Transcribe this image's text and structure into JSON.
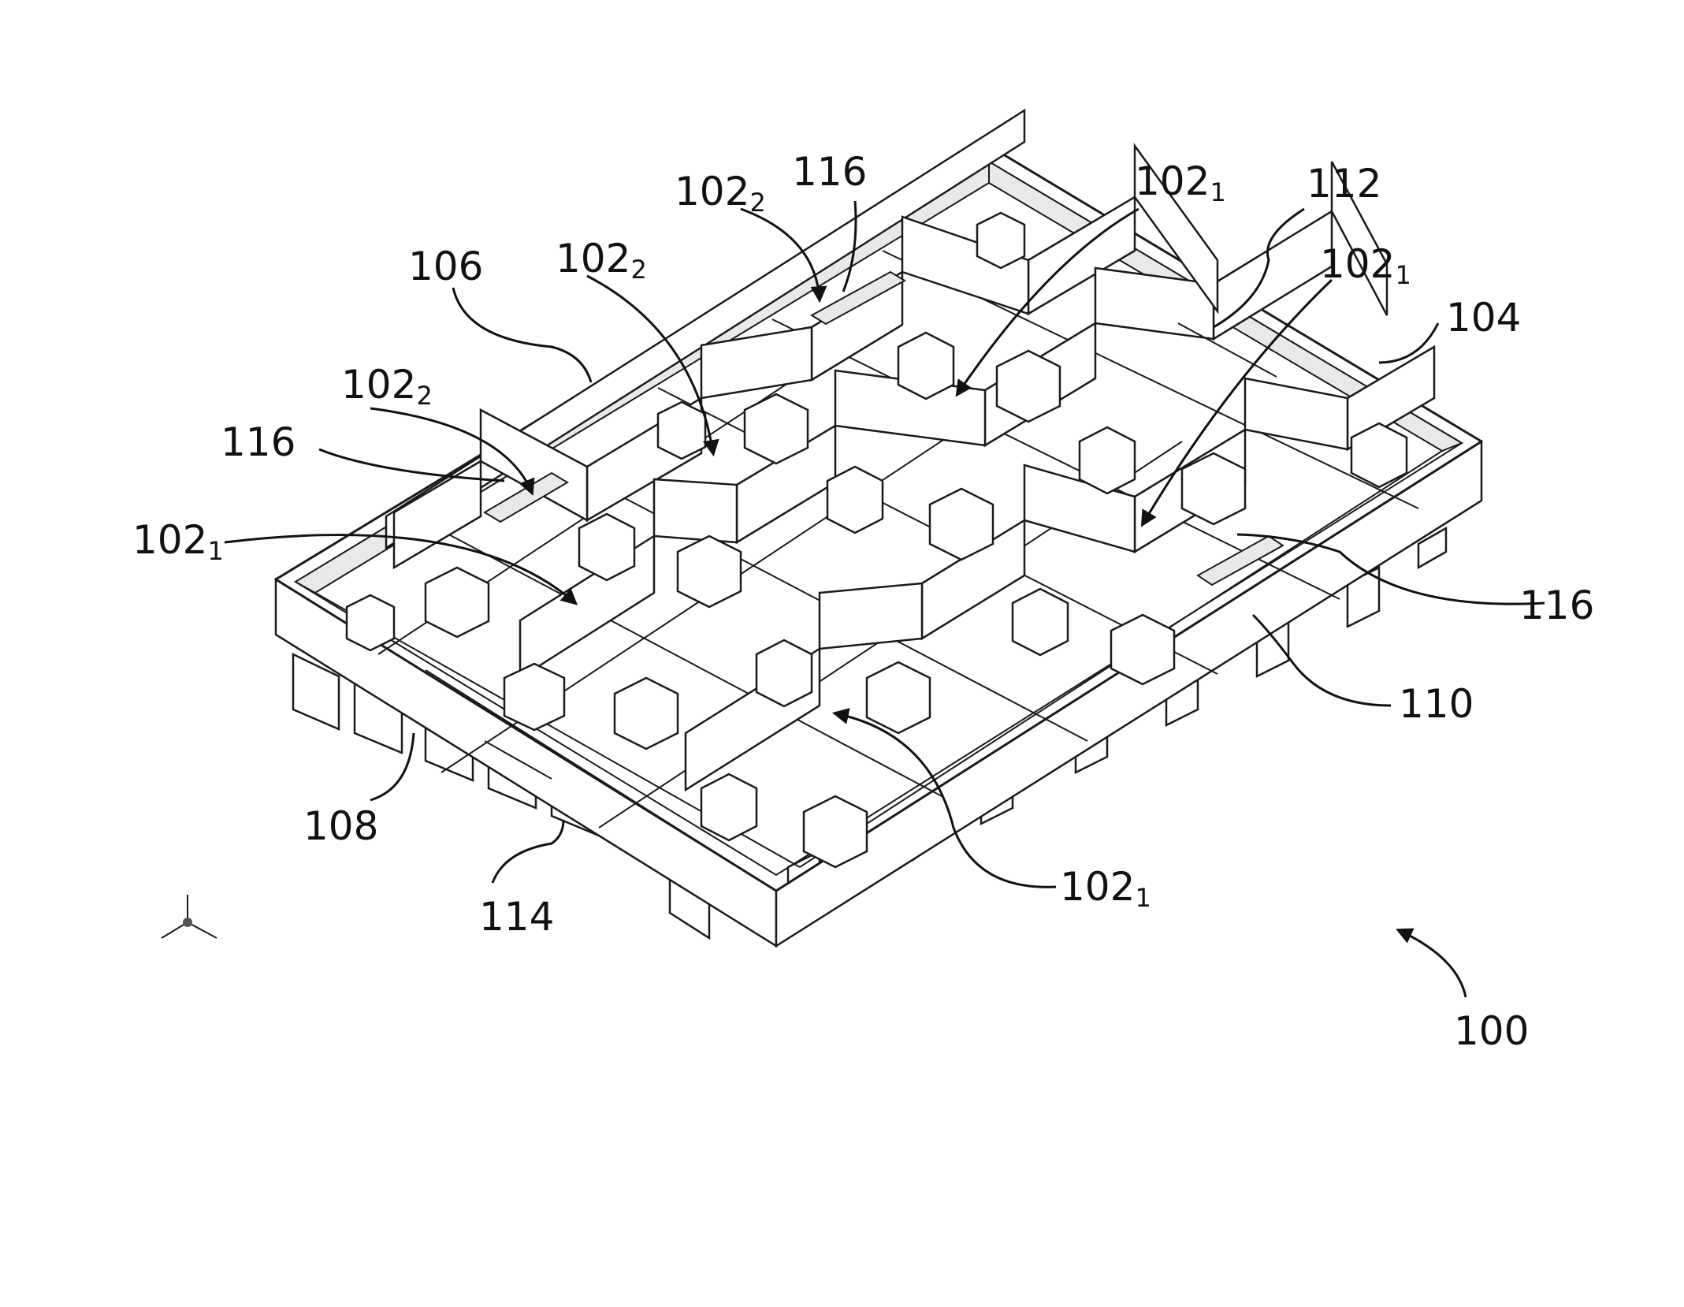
{
  "labels": [
    {
      "id": "l100",
      "main": "100",
      "sub": ""
    },
    {
      "id": "l104",
      "main": "104",
      "sub": ""
    },
    {
      "id": "l106",
      "main": "106",
      "sub": ""
    },
    {
      "id": "l108",
      "main": "108",
      "sub": ""
    },
    {
      "id": "l110",
      "main": "110",
      "sub": ""
    },
    {
      "id": "l112",
      "main": "112",
      "sub": ""
    },
    {
      "id": "l114",
      "main": "114",
      "sub": ""
    },
    {
      "id": "l116a",
      "main": "116",
      "sub": ""
    },
    {
      "id": "l116b",
      "main": "116",
      "sub": ""
    },
    {
      "id": "l116c",
      "main": "116",
      "sub": ""
    },
    {
      "id": "l1021a",
      "main": "102",
      "sub": "1"
    },
    {
      "id": "l1021b",
      "main": "102",
      "sub": "1"
    },
    {
      "id": "l1021c",
      "main": "102",
      "sub": "1"
    },
    {
      "id": "l1021d",
      "main": "102",
      "sub": "1"
    },
    {
      "id": "l1022a",
      "main": "102",
      "sub": "2"
    },
    {
      "id": "l1022b",
      "main": "102",
      "sub": "2"
    },
    {
      "id": "l1022c",
      "main": "102",
      "sub": "2"
    }
  ]
}
